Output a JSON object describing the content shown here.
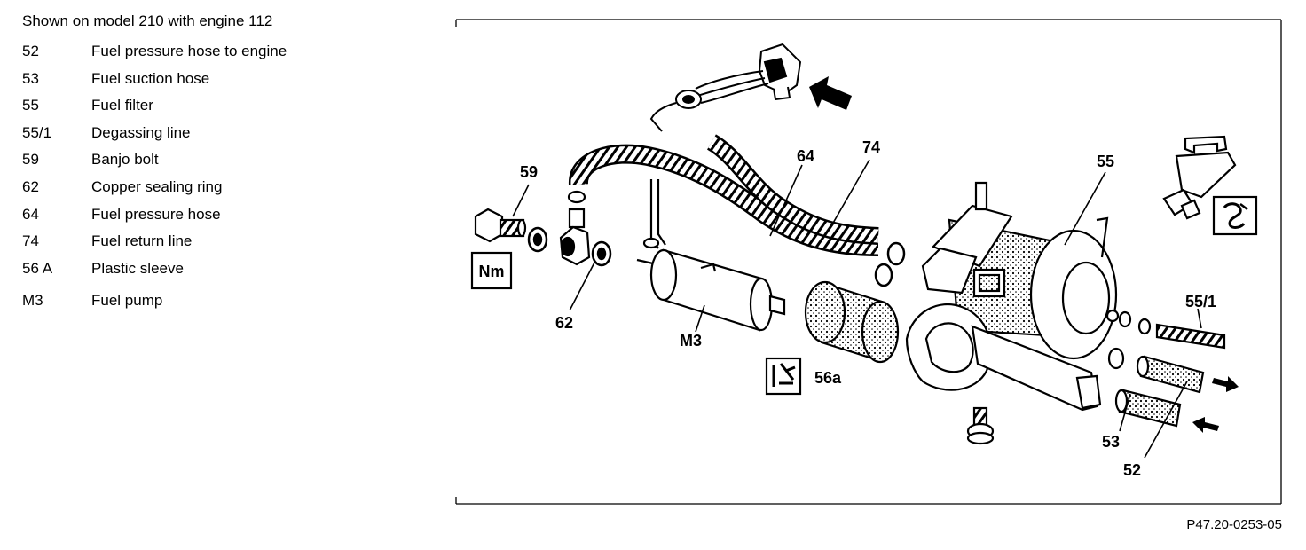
{
  "legend": {
    "heading": "Shown on model 210 with engine 112",
    "items": [
      {
        "num": "52",
        "text": "Fuel pressure hose to engine"
      },
      {
        "num": "53",
        "text": "Fuel suction hose"
      },
      {
        "num": "55",
        "text": "Fuel filter"
      },
      {
        "num": "55/1",
        "text": "Degassing line"
      },
      {
        "num": "59",
        "text": "Banjo bolt"
      },
      {
        "num": "62",
        "text": "Copper sealing ring"
      },
      {
        "num": "64",
        "text": "Fuel pressure hose"
      },
      {
        "num": "74",
        "text": "Fuel return line"
      },
      {
        "num": "56 A",
        "text": "Plastic sleeve"
      },
      {
        "num": "M3",
        "text": "Fuel pump"
      }
    ]
  },
  "callouts": {
    "c59": "59",
    "c62": "62",
    "cM3": "M3",
    "c64": "64",
    "c74": "74",
    "c55": "55",
    "c56a": "56a",
    "c551": "55/1",
    "c53": "53",
    "c52": "52"
  },
  "badges": {
    "torque": "Nm"
  },
  "figure_ref": "P47.20-0253-05"
}
